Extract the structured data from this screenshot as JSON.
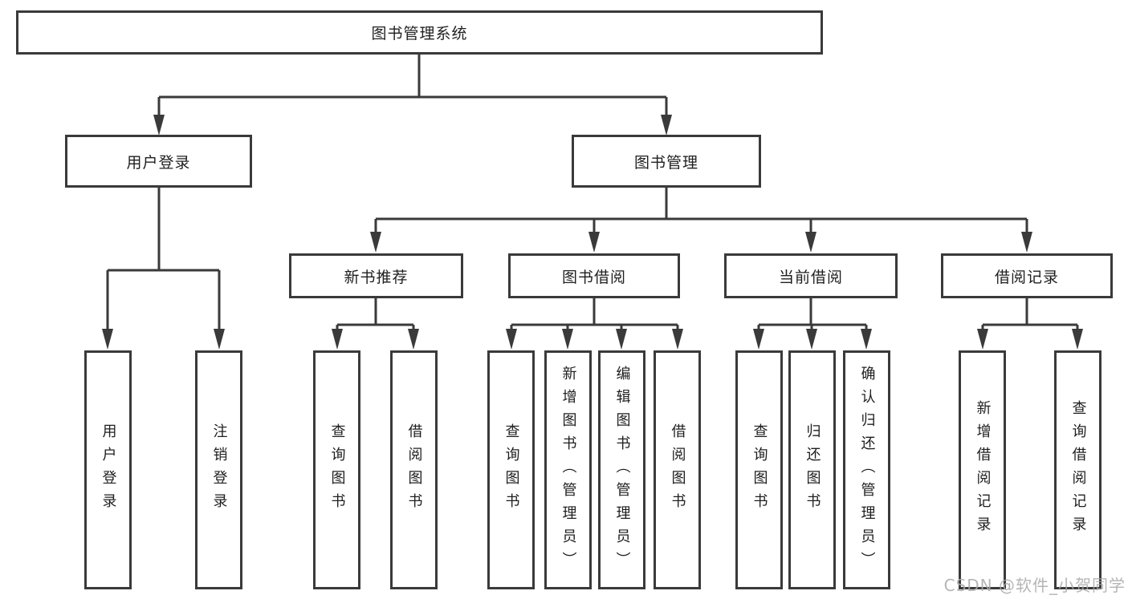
{
  "diagram": {
    "type": "hierarchy-tree",
    "colors": {
      "line": "#3a3a3a",
      "box_border": "#3a3a3a",
      "box_fill": "#ffffff",
      "text": "#1f1f1f",
      "watermark": "#a9a9a9",
      "background": "#ffffff"
    },
    "tree": {
      "label": "图书管理系统",
      "children": [
        {
          "label": "用户登录",
          "children": [
            {
              "label": "用户登录"
            },
            {
              "label": "注销登录"
            }
          ]
        },
        {
          "label": "图书管理",
          "children": [
            {
              "label": "新书推荐",
              "children": [
                {
                  "label": "查询图书"
                },
                {
                  "label": "借阅图书"
                }
              ]
            },
            {
              "label": "图书借阅",
              "children": [
                {
                  "label": "查询图书"
                },
                {
                  "label": "新增图书（管理员）"
                },
                {
                  "label": "编辑图书（管理员）"
                },
                {
                  "label": "借阅图书"
                }
              ]
            },
            {
              "label": "当前借阅",
              "children": [
                {
                  "label": "查询图书"
                },
                {
                  "label": "归还图书"
                },
                {
                  "label": "确认归还（管理员）"
                }
              ]
            },
            {
              "label": "借阅记录",
              "children": [
                {
                  "label": "新增借阅记录"
                },
                {
                  "label": "查询借阅记录"
                }
              ]
            }
          ]
        }
      ]
    },
    "watermark": {
      "text": "CSDN @软件_小贺同学"
    }
  }
}
